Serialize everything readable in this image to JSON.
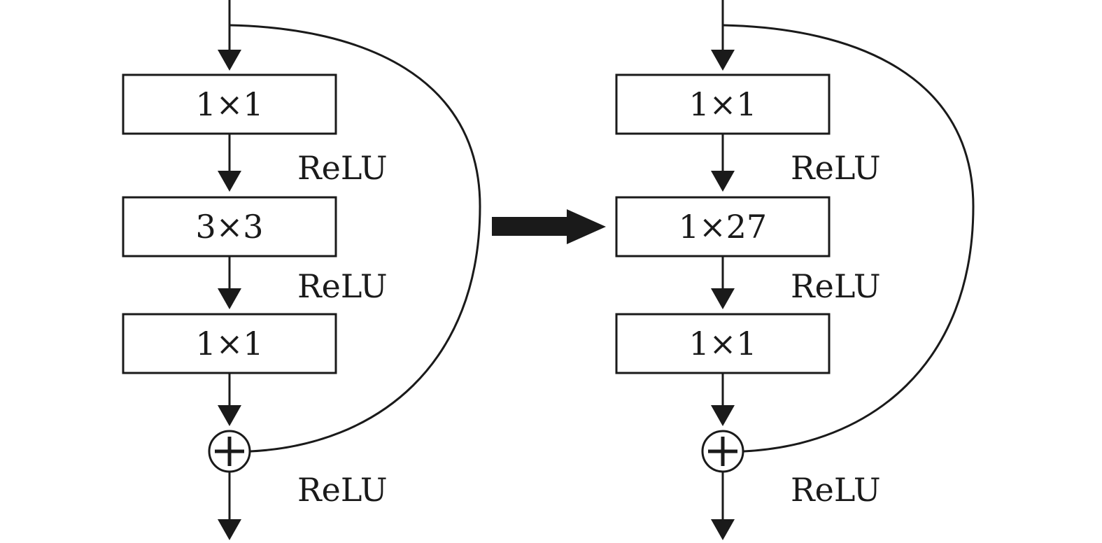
{
  "blocks": [
    {
      "layers": [
        {
          "label": "1×1",
          "activation": "ReLU"
        },
        {
          "label": "3×3",
          "activation": "ReLU"
        },
        {
          "label": "1×1",
          "activation": ""
        }
      ],
      "sum_activation": "ReLU"
    },
    {
      "layers": [
        {
          "label": "1×1",
          "activation": "ReLU"
        },
        {
          "label": "1×27",
          "activation": "ReLU"
        },
        {
          "label": "1×1",
          "activation": ""
        }
      ],
      "sum_activation": "ReLU"
    }
  ],
  "colors": {
    "stroke": "#1a1a1a",
    "background": "#ffffff"
  }
}
